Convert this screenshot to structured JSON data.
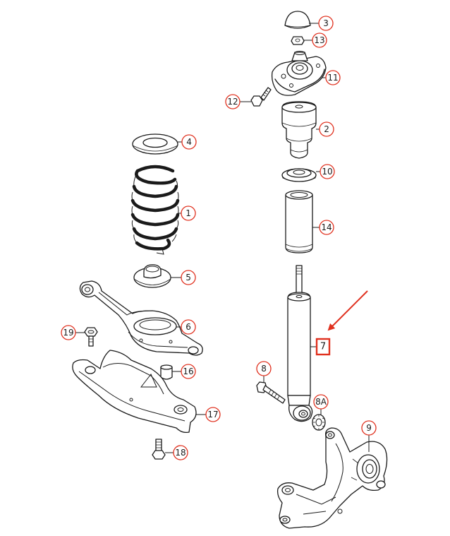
{
  "diagram": {
    "accent_color": "#e0301e",
    "ink_color": "#1a1a1a",
    "highlighted_part": "7",
    "callouts": [
      {
        "id": "c3",
        "label": "3"
      },
      {
        "id": "c13",
        "label": "13"
      },
      {
        "id": "c11",
        "label": "11"
      },
      {
        "id": "c12",
        "label": "12"
      },
      {
        "id": "c2",
        "label": "2"
      },
      {
        "id": "c4",
        "label": "4"
      },
      {
        "id": "c10",
        "label": "10"
      },
      {
        "id": "c1",
        "label": "1"
      },
      {
        "id": "c14",
        "label": "14"
      },
      {
        "id": "c5",
        "label": "5"
      },
      {
        "id": "c6",
        "label": "6"
      },
      {
        "id": "c19",
        "label": "19"
      },
      {
        "id": "c16",
        "label": "16"
      },
      {
        "id": "c8",
        "label": "8"
      },
      {
        "id": "c8a",
        "label": "8A"
      },
      {
        "id": "c17",
        "label": "17"
      },
      {
        "id": "c9",
        "label": "9"
      },
      {
        "id": "c18",
        "label": "18"
      }
    ]
  }
}
